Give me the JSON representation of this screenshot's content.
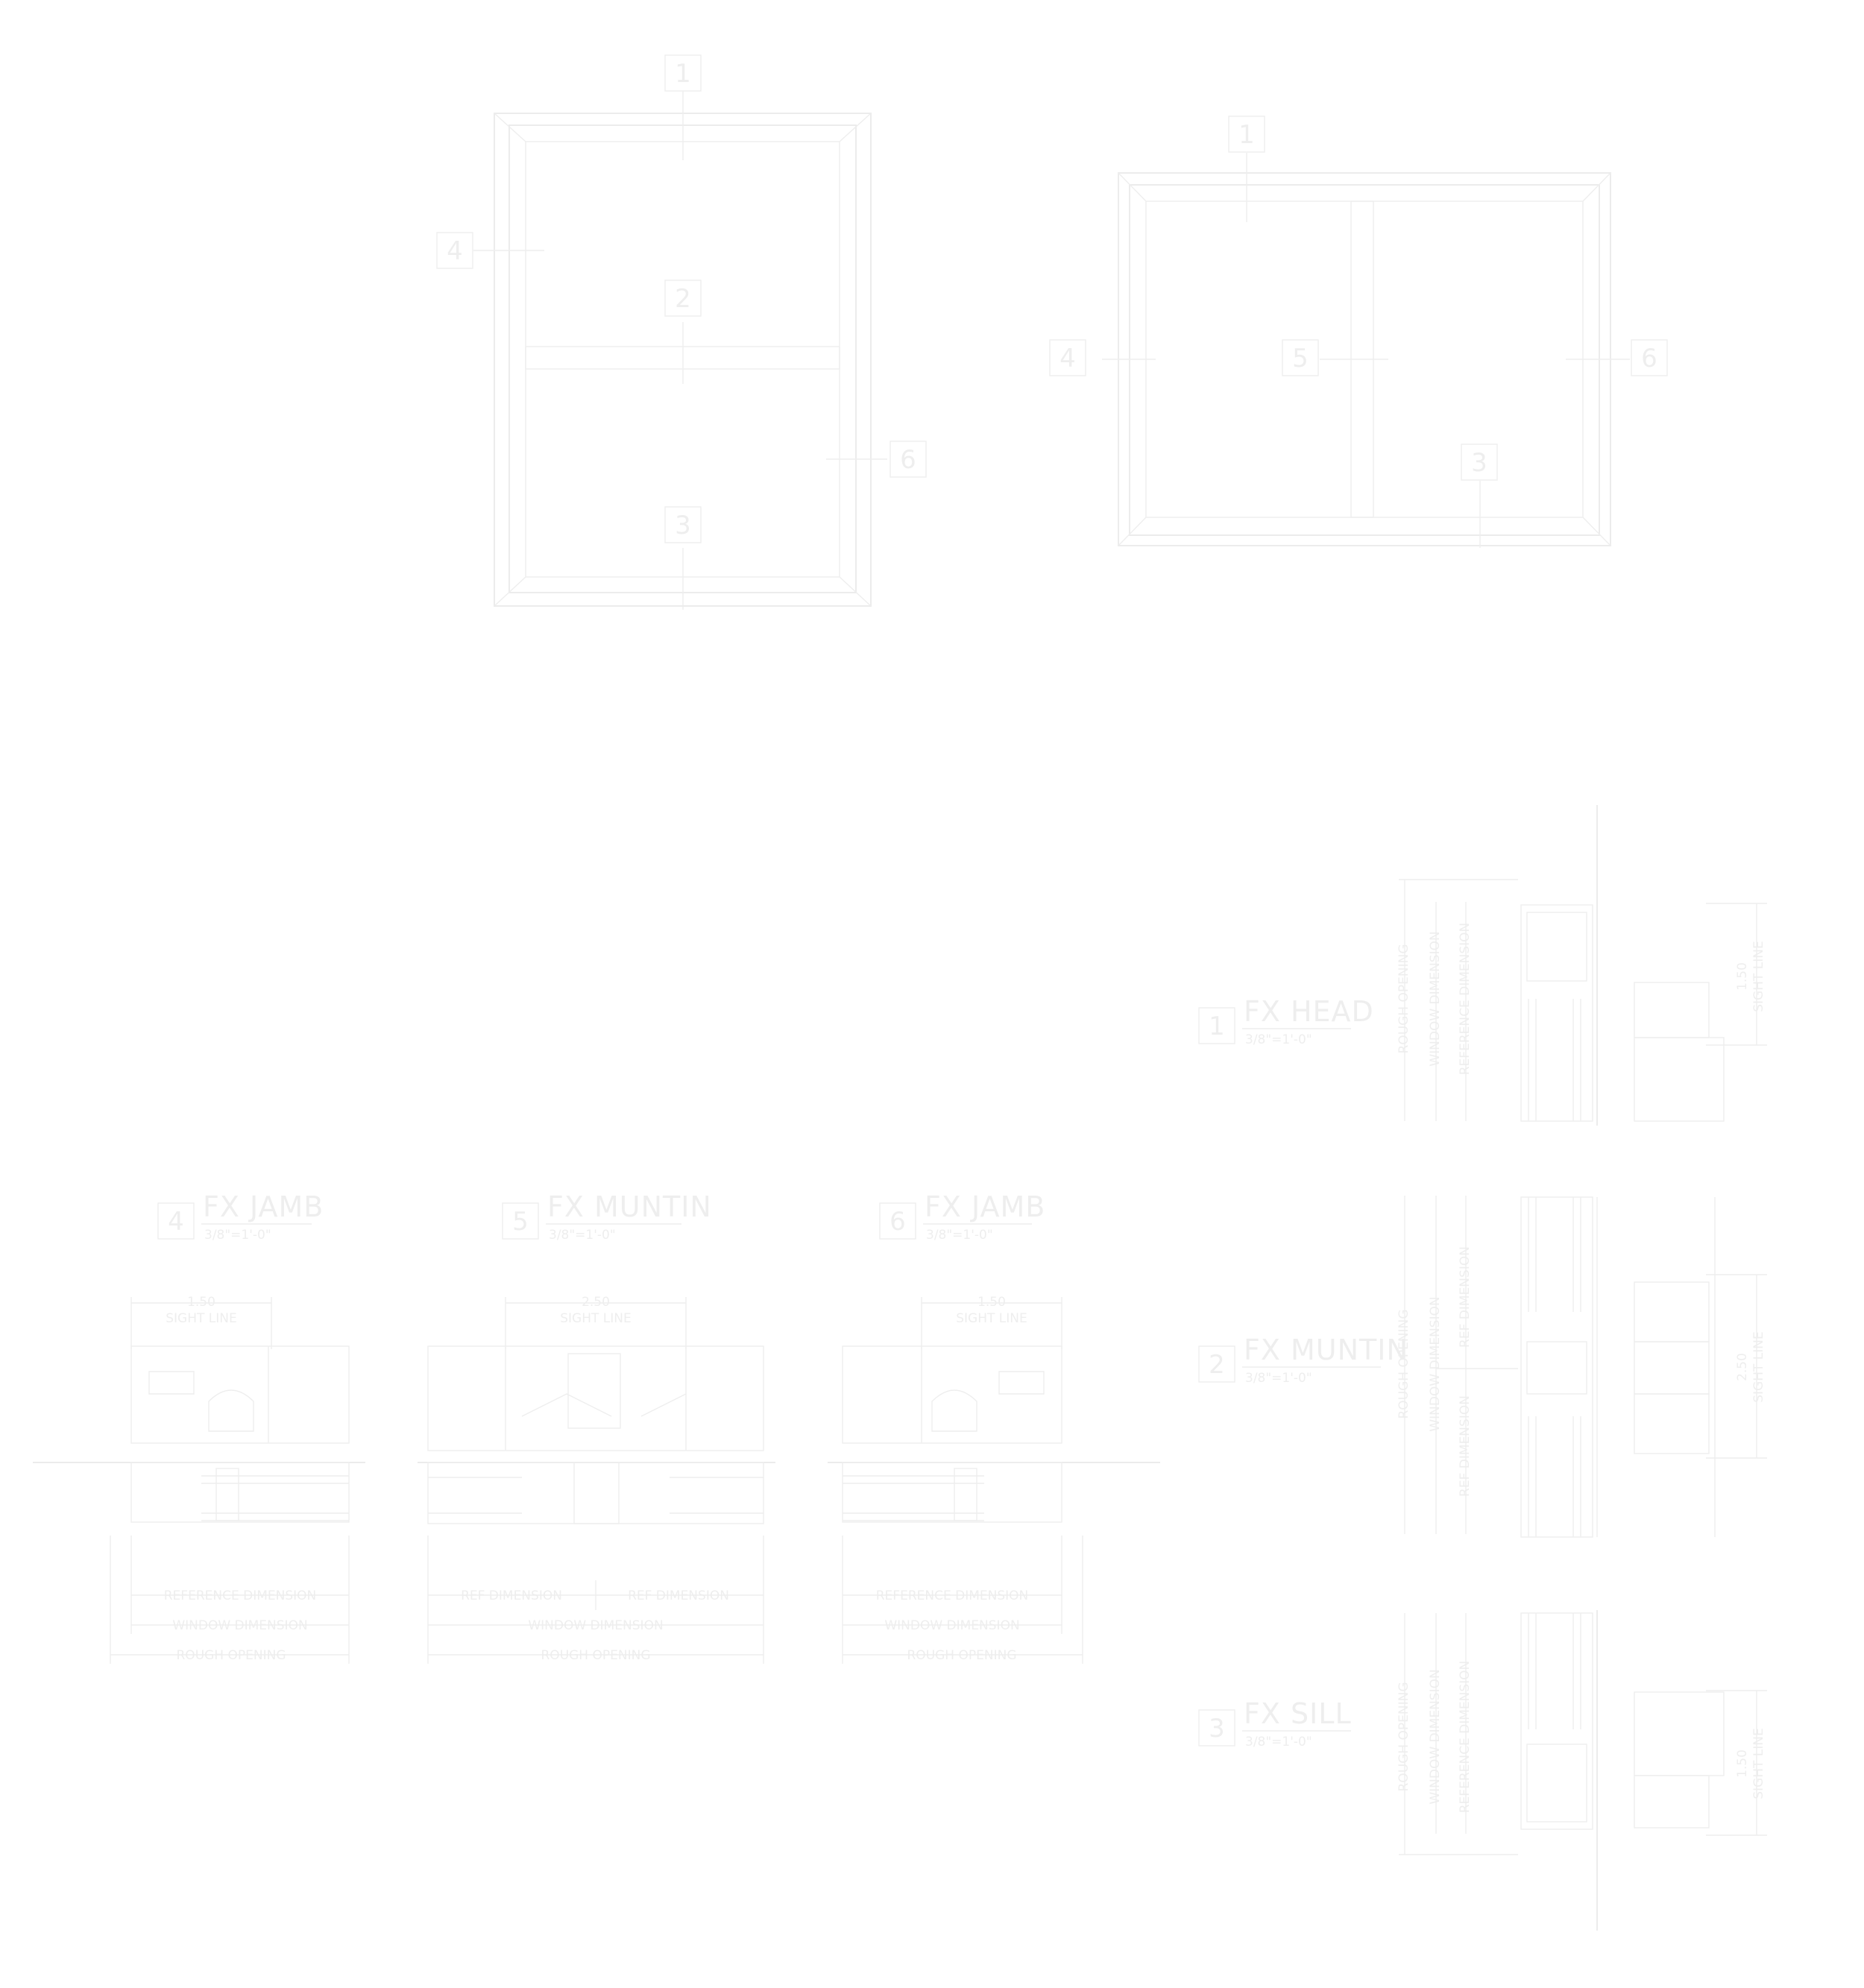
{
  "elevation_1": {
    "tags": [
      "1",
      "2",
      "3",
      "4",
      "6"
    ]
  },
  "elevation_2": {
    "tags": [
      "1",
      "4",
      "5",
      "6",
      "3"
    ]
  },
  "details": [
    {
      "id": "detail-fx-jamb-4",
      "num": "4",
      "title": "FX JAMB",
      "scale": "3/8\"=1'-0\"",
      "sight": [
        "1.50",
        "SIGHT LINE"
      ],
      "dims": [
        "REFERENCE DIMENSION",
        "WINDOW DIMENSION",
        "ROUGH OPENING"
      ]
    },
    {
      "id": "detail-fx-muntin-5",
      "num": "5",
      "title": "FX MUNTIN",
      "scale": "3/8\"=1'-0\"",
      "sight": [
        "2.50",
        "SIGHT LINE"
      ],
      "dims": [
        "REF DIMENSION",
        "REF DIMENSION",
        "WINDOW DIMENSION",
        "ROUGH OPENING"
      ]
    },
    {
      "id": "detail-fx-jamb-6",
      "num": "6",
      "title": "FX JAMB",
      "scale": "3/8\"=1'-0\"",
      "sight": [
        "1.50",
        "SIGHT LINE"
      ],
      "dims": [
        "REFERENCE DIMENSION",
        "WINDOW DIMENSION",
        "ROUGH OPENING"
      ]
    },
    {
      "id": "detail-fx-head-1",
      "num": "1",
      "title": "FX HEAD",
      "scale": "3/8\"=1'-0\"",
      "sight": [
        "1.50",
        "SIGHT LINE"
      ],
      "dims": [
        "ROUGH OPENING",
        "WINDOW DIMENSION",
        "REFERENCE DIMENSION"
      ]
    },
    {
      "id": "detail-fx-muntin-2",
      "num": "2",
      "title": "FX MUNTIN",
      "scale": "3/8\"=1'-0\"",
      "sight": [
        "2.50",
        "SIGHT LINE"
      ],
      "dims": [
        "ROUGH OPENING",
        "WINDOW DIMENSION",
        "REF DIMENSION",
        "REF DIMENSION"
      ]
    },
    {
      "id": "detail-fx-sill-3",
      "num": "3",
      "title": "FX SILL",
      "scale": "3/8\"=1'-0\"",
      "sight": [
        "1.50",
        "SIGHT LINE"
      ],
      "dims": [
        "ROUGH OPENING",
        "WINDOW DIMENSION",
        "REFERENCE DIMENSION"
      ]
    }
  ],
  "colors": {
    "line": "#ececec",
    "text": "#eeeeee",
    "background": "#ffffff"
  }
}
